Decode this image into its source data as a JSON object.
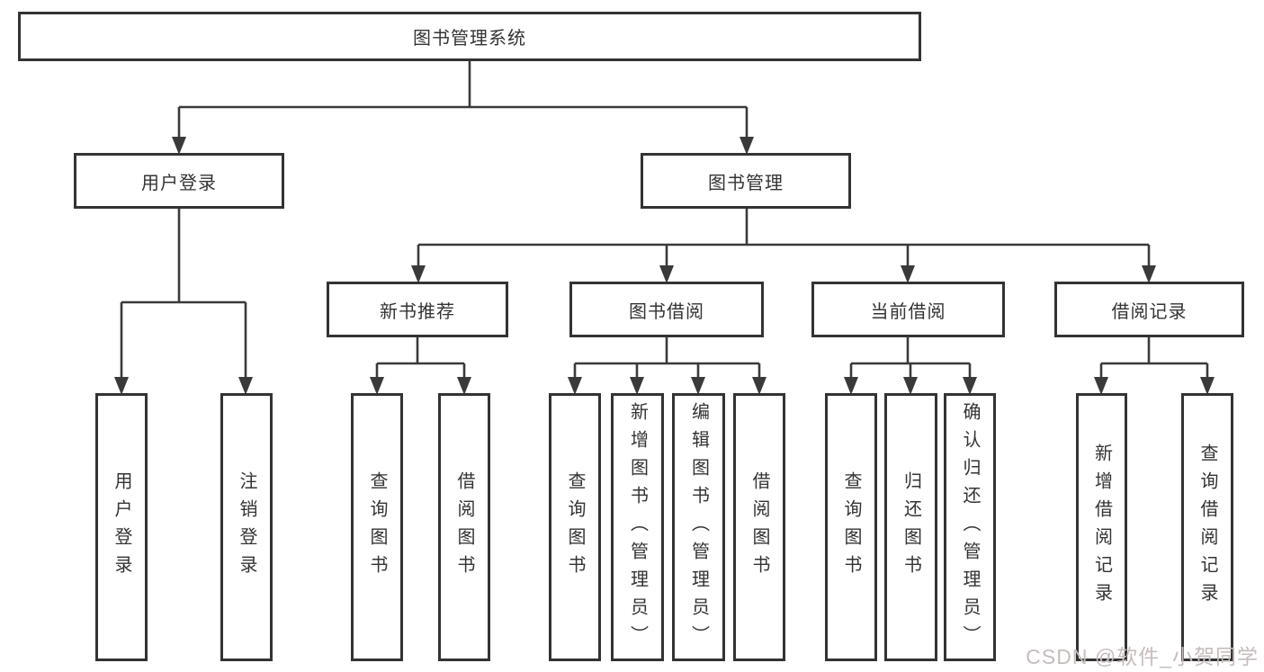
{
  "diagram": {
    "root": {
      "label": "图书管理系统"
    },
    "branches": [
      {
        "label": "用户登录",
        "children": [
          {
            "label": "用户登录"
          },
          {
            "label": "注销登录"
          }
        ]
      },
      {
        "label": "图书管理",
        "children": [
          {
            "label": "新书推荐",
            "children": [
              {
                "label": "查询图书"
              },
              {
                "label": "借阅图书"
              }
            ]
          },
          {
            "label": "图书借阅",
            "children": [
              {
                "label": "查询图书"
              },
              {
                "label": "新增图书（管理员）"
              },
              {
                "label": "编辑图书（管理员）"
              },
              {
                "label": "借阅图书"
              }
            ]
          },
          {
            "label": "当前借阅",
            "children": [
              {
                "label": "查询图书"
              },
              {
                "label": "归还图书"
              },
              {
                "label": "确认归还（管理员）"
              }
            ]
          },
          {
            "label": "借阅记录",
            "children": [
              {
                "label": "新增借阅记录"
              },
              {
                "label": "查询借阅记录"
              }
            ]
          }
        ]
      }
    ]
  },
  "watermark": {
    "text": "CSDN @软件_小贺同学",
    "color": "#c6bcbc"
  },
  "colors": {
    "line": "#3a3a3a",
    "box_border": "#333333",
    "text": "#333333",
    "background": "#ffffff"
  }
}
